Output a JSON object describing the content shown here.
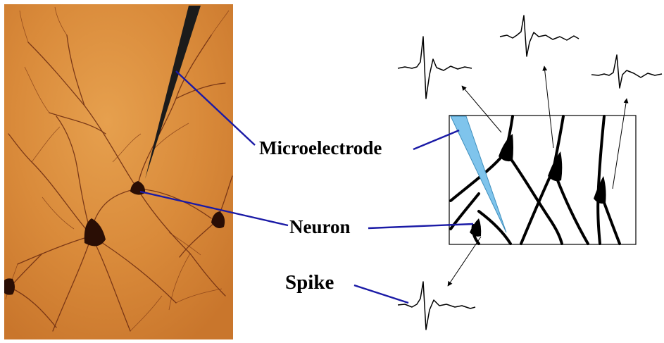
{
  "labels": {
    "microelectrode": "Microelectrode",
    "neuron": "Neuron",
    "spike": "Spike"
  },
  "colors": {
    "leader_line": "#1a1aa6",
    "photo_background": "#d98a3a",
    "stained_neuron": "#3a1608",
    "electrode_tip": "#7fc4ec",
    "ink": "#000000"
  }
}
